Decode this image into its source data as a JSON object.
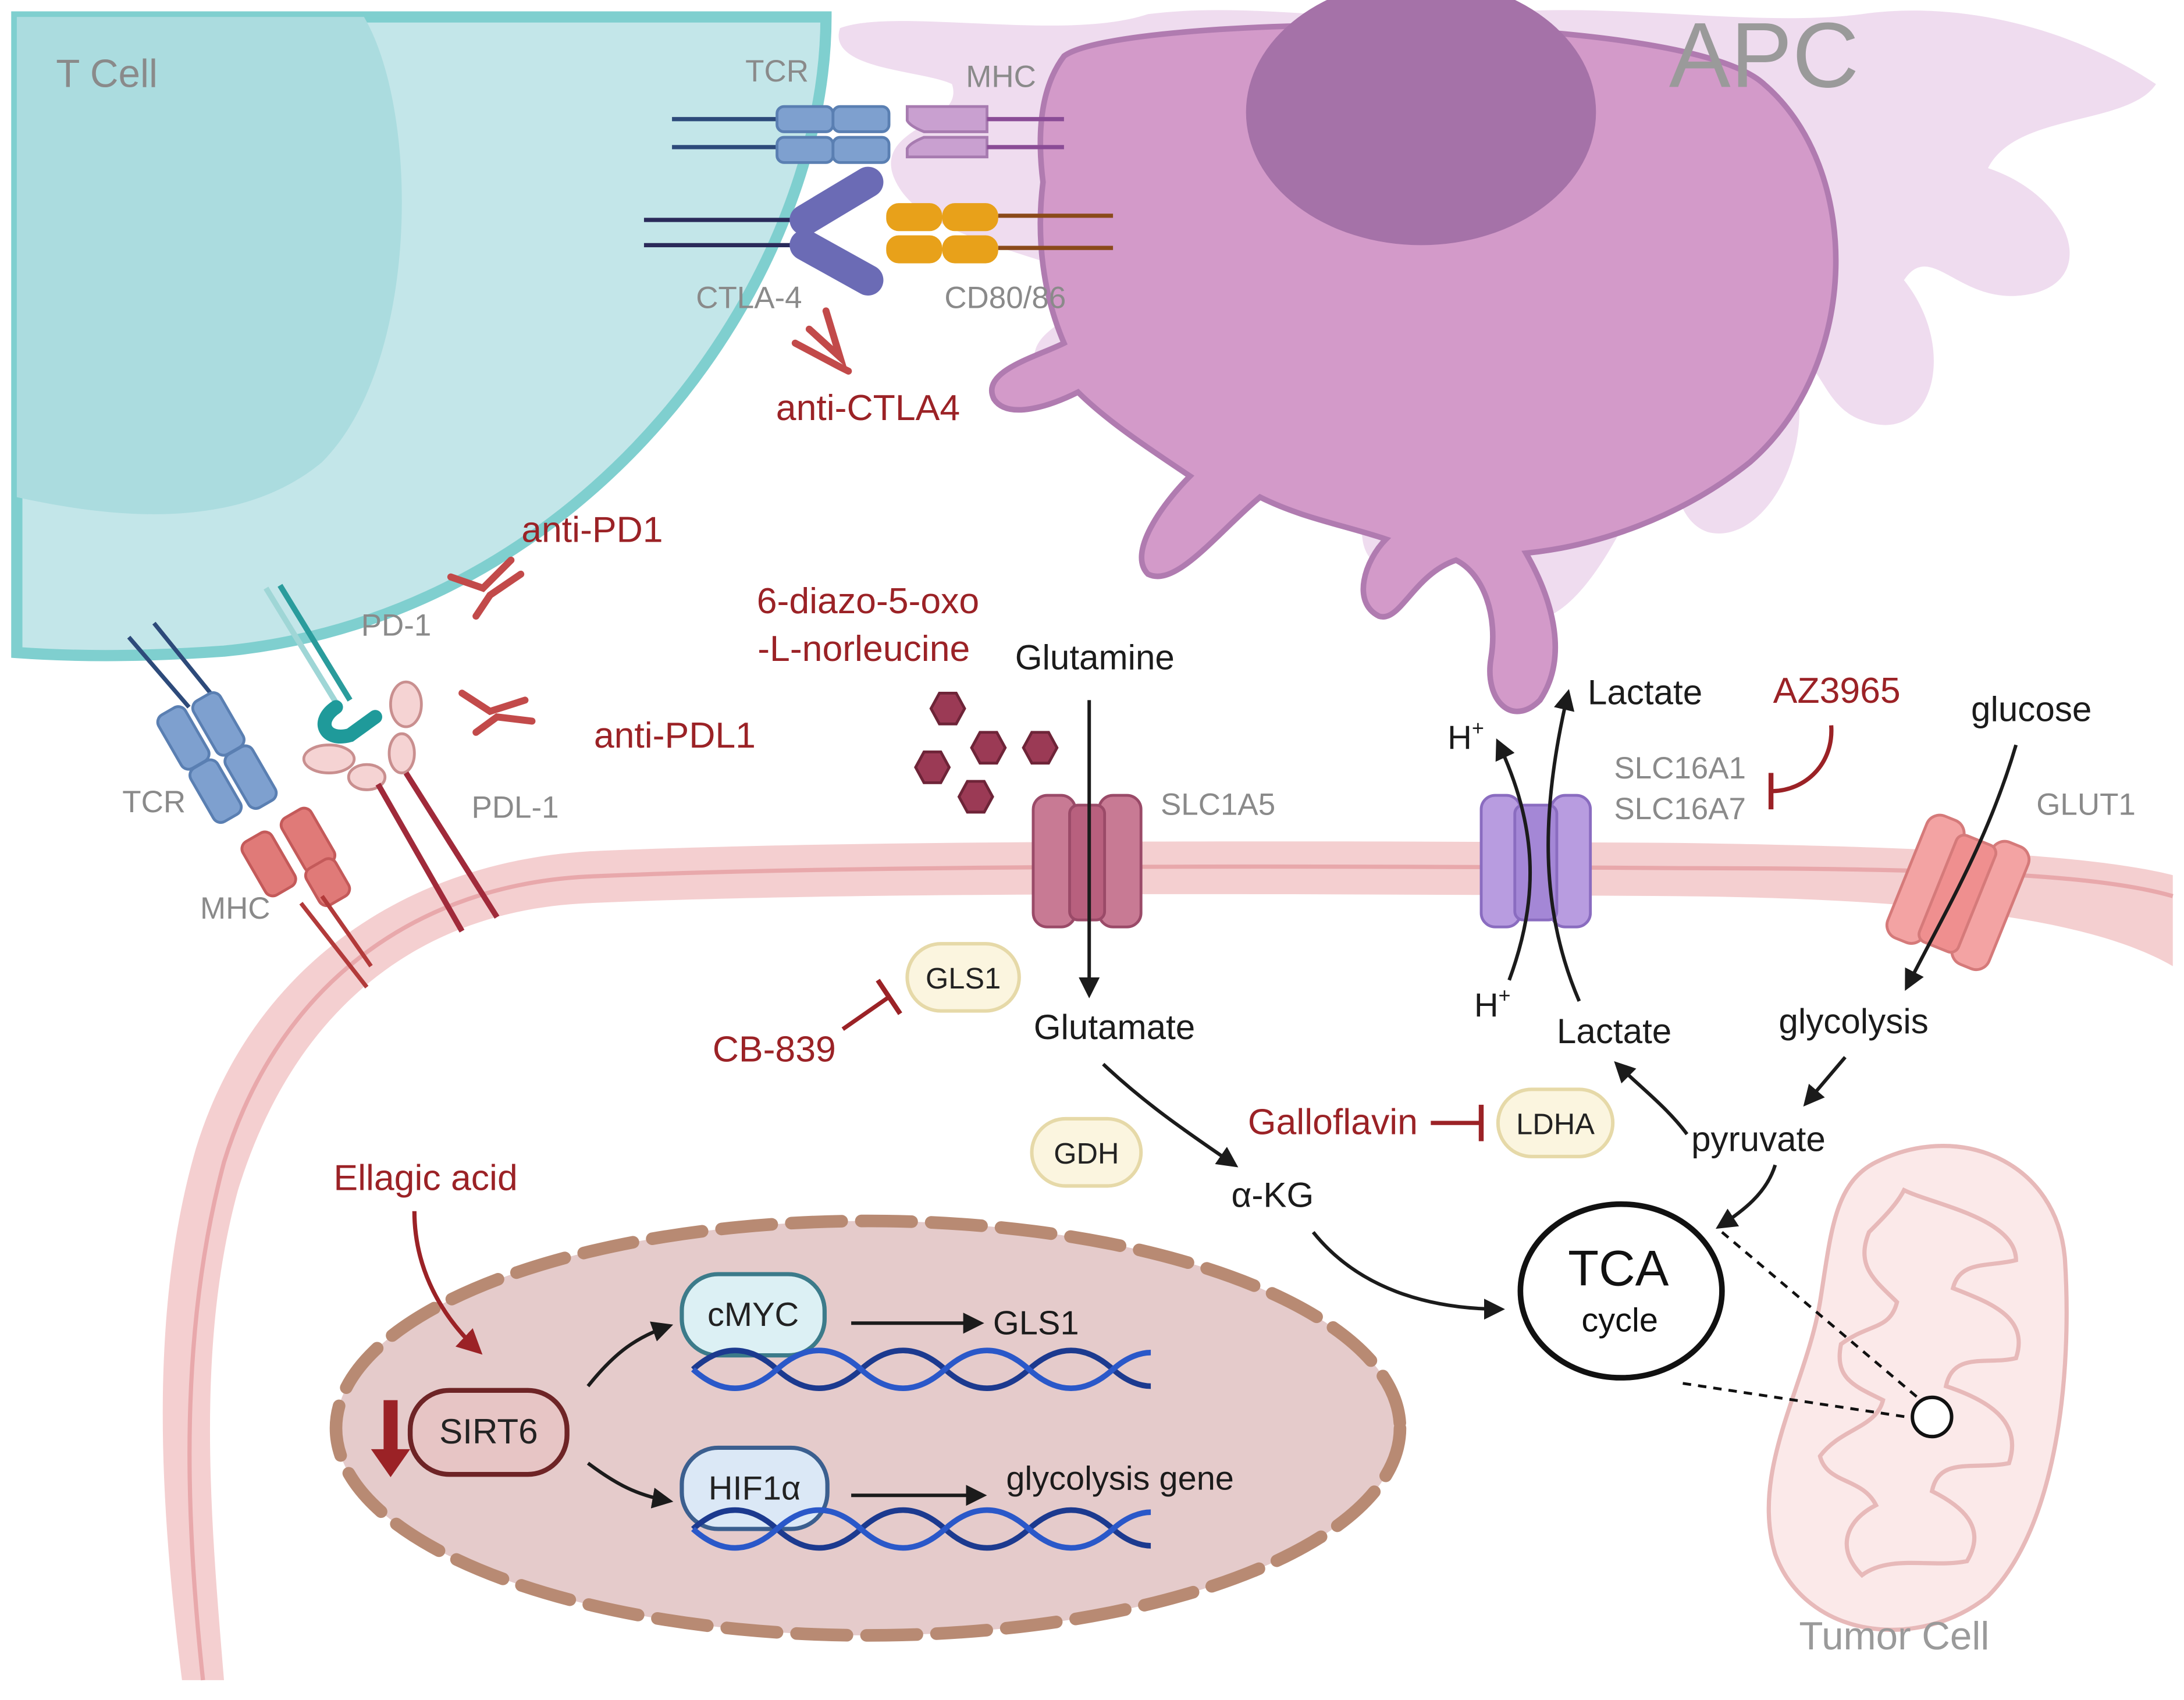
{
  "cells": {
    "t_cell": "T Cell",
    "apc": "APC",
    "tumor_cell": "Tumor Cell"
  },
  "receptors": {
    "tcr_top": "TCR",
    "mhc_top": "MHC",
    "ctla4": "CTLA-4",
    "cd80_86": "CD80/86",
    "pd1": "PD-1",
    "pdl1": "PDL-1",
    "tcr_bottom": "TCR",
    "mhc_bottom": "MHC"
  },
  "drugs": {
    "anti_ctla4": "anti-CTLA4",
    "anti_pd1": "anti-PD1",
    "anti_pdl1": "anti-PDL1",
    "don_line1": "6-diazo-5-oxo",
    "don_line2": "-L-norleucine",
    "az3965": "AZ3965",
    "cb839": "CB-839",
    "galloflavin": "Galloflavin",
    "ellagic_acid": "Ellagic acid"
  },
  "transporters": {
    "slc1a5": "SLC1A5",
    "slc16a1": "SLC16A1",
    "slc16a7": "SLC16A7",
    "glut1": "GLUT1"
  },
  "metabolites": {
    "glutamine": "Glutamine",
    "glutamate": "Glutamate",
    "akg": "α-KG",
    "lactate_out": "Lactate",
    "lactate_in": "Lactate",
    "h_out": "H",
    "h_in": "H",
    "h_sup": "+",
    "glucose": "glucose",
    "glycolysis": "glycolysis",
    "pyruvate": "pyruvate"
  },
  "enzymes": {
    "gls1": "GLS1",
    "gdh": "GDH",
    "ldha": "LDHA"
  },
  "tca": {
    "line1": "TCA",
    "line2": "cycle"
  },
  "nucleus": {
    "sirt6": "SIRT6",
    "cmyc": "cMYC",
    "hif1a": "HIF1α",
    "gls1_gene": "GLS1",
    "glycolysis_gene": "glycolysis gene"
  },
  "colors": {
    "drug_red": "#9b2226",
    "t_cell": "#c3e6e9",
    "t_cell_border": "#7fcfcf",
    "apc": "#d39ac9",
    "apc_nucleus": "#a572a8",
    "membrane": "#f4cfd0",
    "nucleus_fill": "#e5cbcb",
    "enzyme_fill": "#fbf5df"
  }
}
